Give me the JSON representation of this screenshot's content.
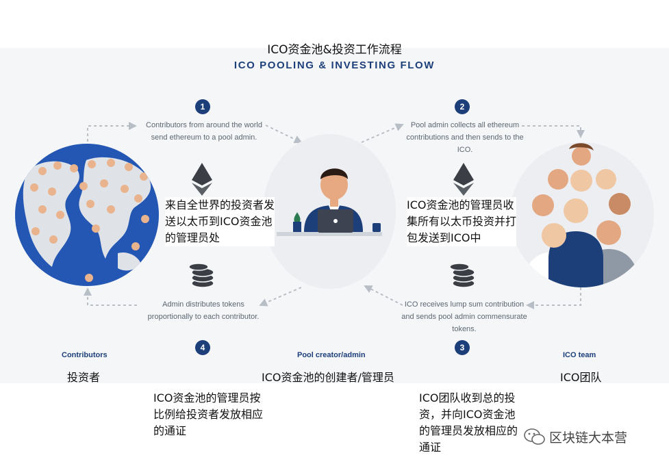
{
  "header": {
    "title_zh": "ICO资金池&投资工作流程",
    "title_en": "ICO POOLING & INVESTING FLOW"
  },
  "steps": [
    {
      "num": "1",
      "en": "Contributors from around the world send ethereum to a pool admin.",
      "zh": "来自全世界的投资者发送以太币到ICO资金池的管理员处"
    },
    {
      "num": "2",
      "en": "Pool admin collects all ethereum contributions and then sends to the ICO.",
      "zh": "ICO资金池的管理员收集所有以太币投资并打包发送到ICO中"
    },
    {
      "num": "3",
      "en": "ICO receives lump sum contribution and sends pool admin commensurate tokens.",
      "zh": "ICO团队收到总的投资，并向ICO资金池的管理员发放相应的通证"
    },
    {
      "num": "4",
      "en": "Admin distributes tokens proportionally to each contributor.",
      "zh": "ICO资金池的管理员按比例给投资者发放相应的通证"
    }
  ],
  "roles": {
    "contributors_en": "Contributors",
    "contributors_zh": "投资者",
    "admin_en": "Pool creator/admin",
    "admin_zh": "ICO资金池的创建者/管理员",
    "team_en": "ICO team",
    "team_zh": "ICO团队"
  },
  "watermark": "区块链大本营",
  "colors": {
    "accent": "#1c3f7a",
    "globe": "#2456b3",
    "arrow": "#b8bec5"
  }
}
